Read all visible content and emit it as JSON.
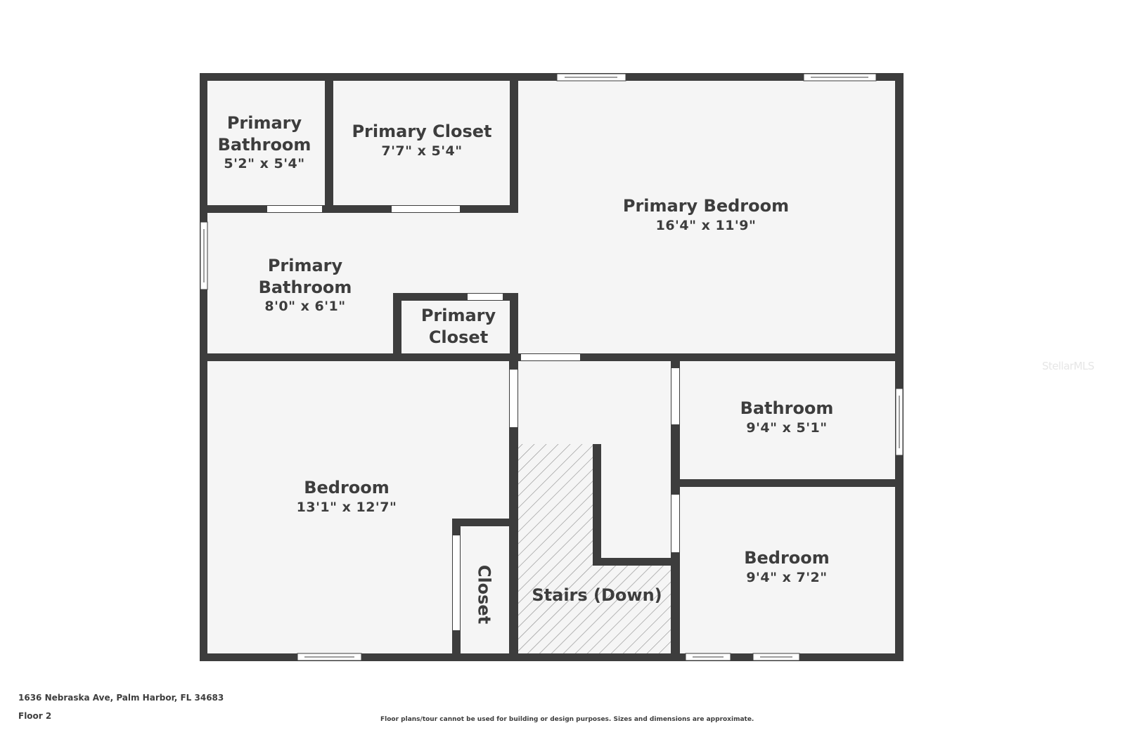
{
  "floorplan": {
    "colors": {
      "wall": "#3d3d3d",
      "floor": "#f5f5f5",
      "opening": "#ffffff",
      "text": "#3d3d3d",
      "hatch": "#8a8a8a"
    },
    "rooms": [
      {
        "id": "primary-bathroom-1",
        "name_line1": "Primary",
        "name_line2": "Bathroom",
        "dimensions": "5'2\" x 5'4\""
      },
      {
        "id": "primary-closet-1",
        "name_line1": "Primary Closet",
        "dimensions": "7'7\" x 5'4\""
      },
      {
        "id": "primary-bedroom",
        "name_line1": "Primary Bedroom",
        "dimensions": "16'4\" x 11'9\""
      },
      {
        "id": "primary-bathroom-2",
        "name_line1": "Primary",
        "name_line2": "Bathroom",
        "dimensions": "8'0\" x 6'1\""
      },
      {
        "id": "primary-closet-2",
        "name_line1": "Primary",
        "name_line2": "Closet"
      },
      {
        "id": "bedroom-1",
        "name_line1": "Bedroom",
        "dimensions": "13'1\" x 12'7\""
      },
      {
        "id": "closet",
        "name_line1": "Closet"
      },
      {
        "id": "stairs",
        "name_line1": "Stairs (Down)"
      },
      {
        "id": "bathroom",
        "name_line1": "Bathroom",
        "dimensions": "9'4\" x 5'1\""
      },
      {
        "id": "bedroom-2",
        "name_line1": "Bedroom",
        "dimensions": "9'4\" x 7'2\""
      }
    ]
  },
  "footer": {
    "address": "1636 Nebraska Ave, Palm Harbor, FL 34683",
    "floor": "Floor 2",
    "disclaimer": "Floor plans/tour cannot be used for building or design purposes. Sizes and dimensions are approximate."
  },
  "watermark": "StellarMLS"
}
